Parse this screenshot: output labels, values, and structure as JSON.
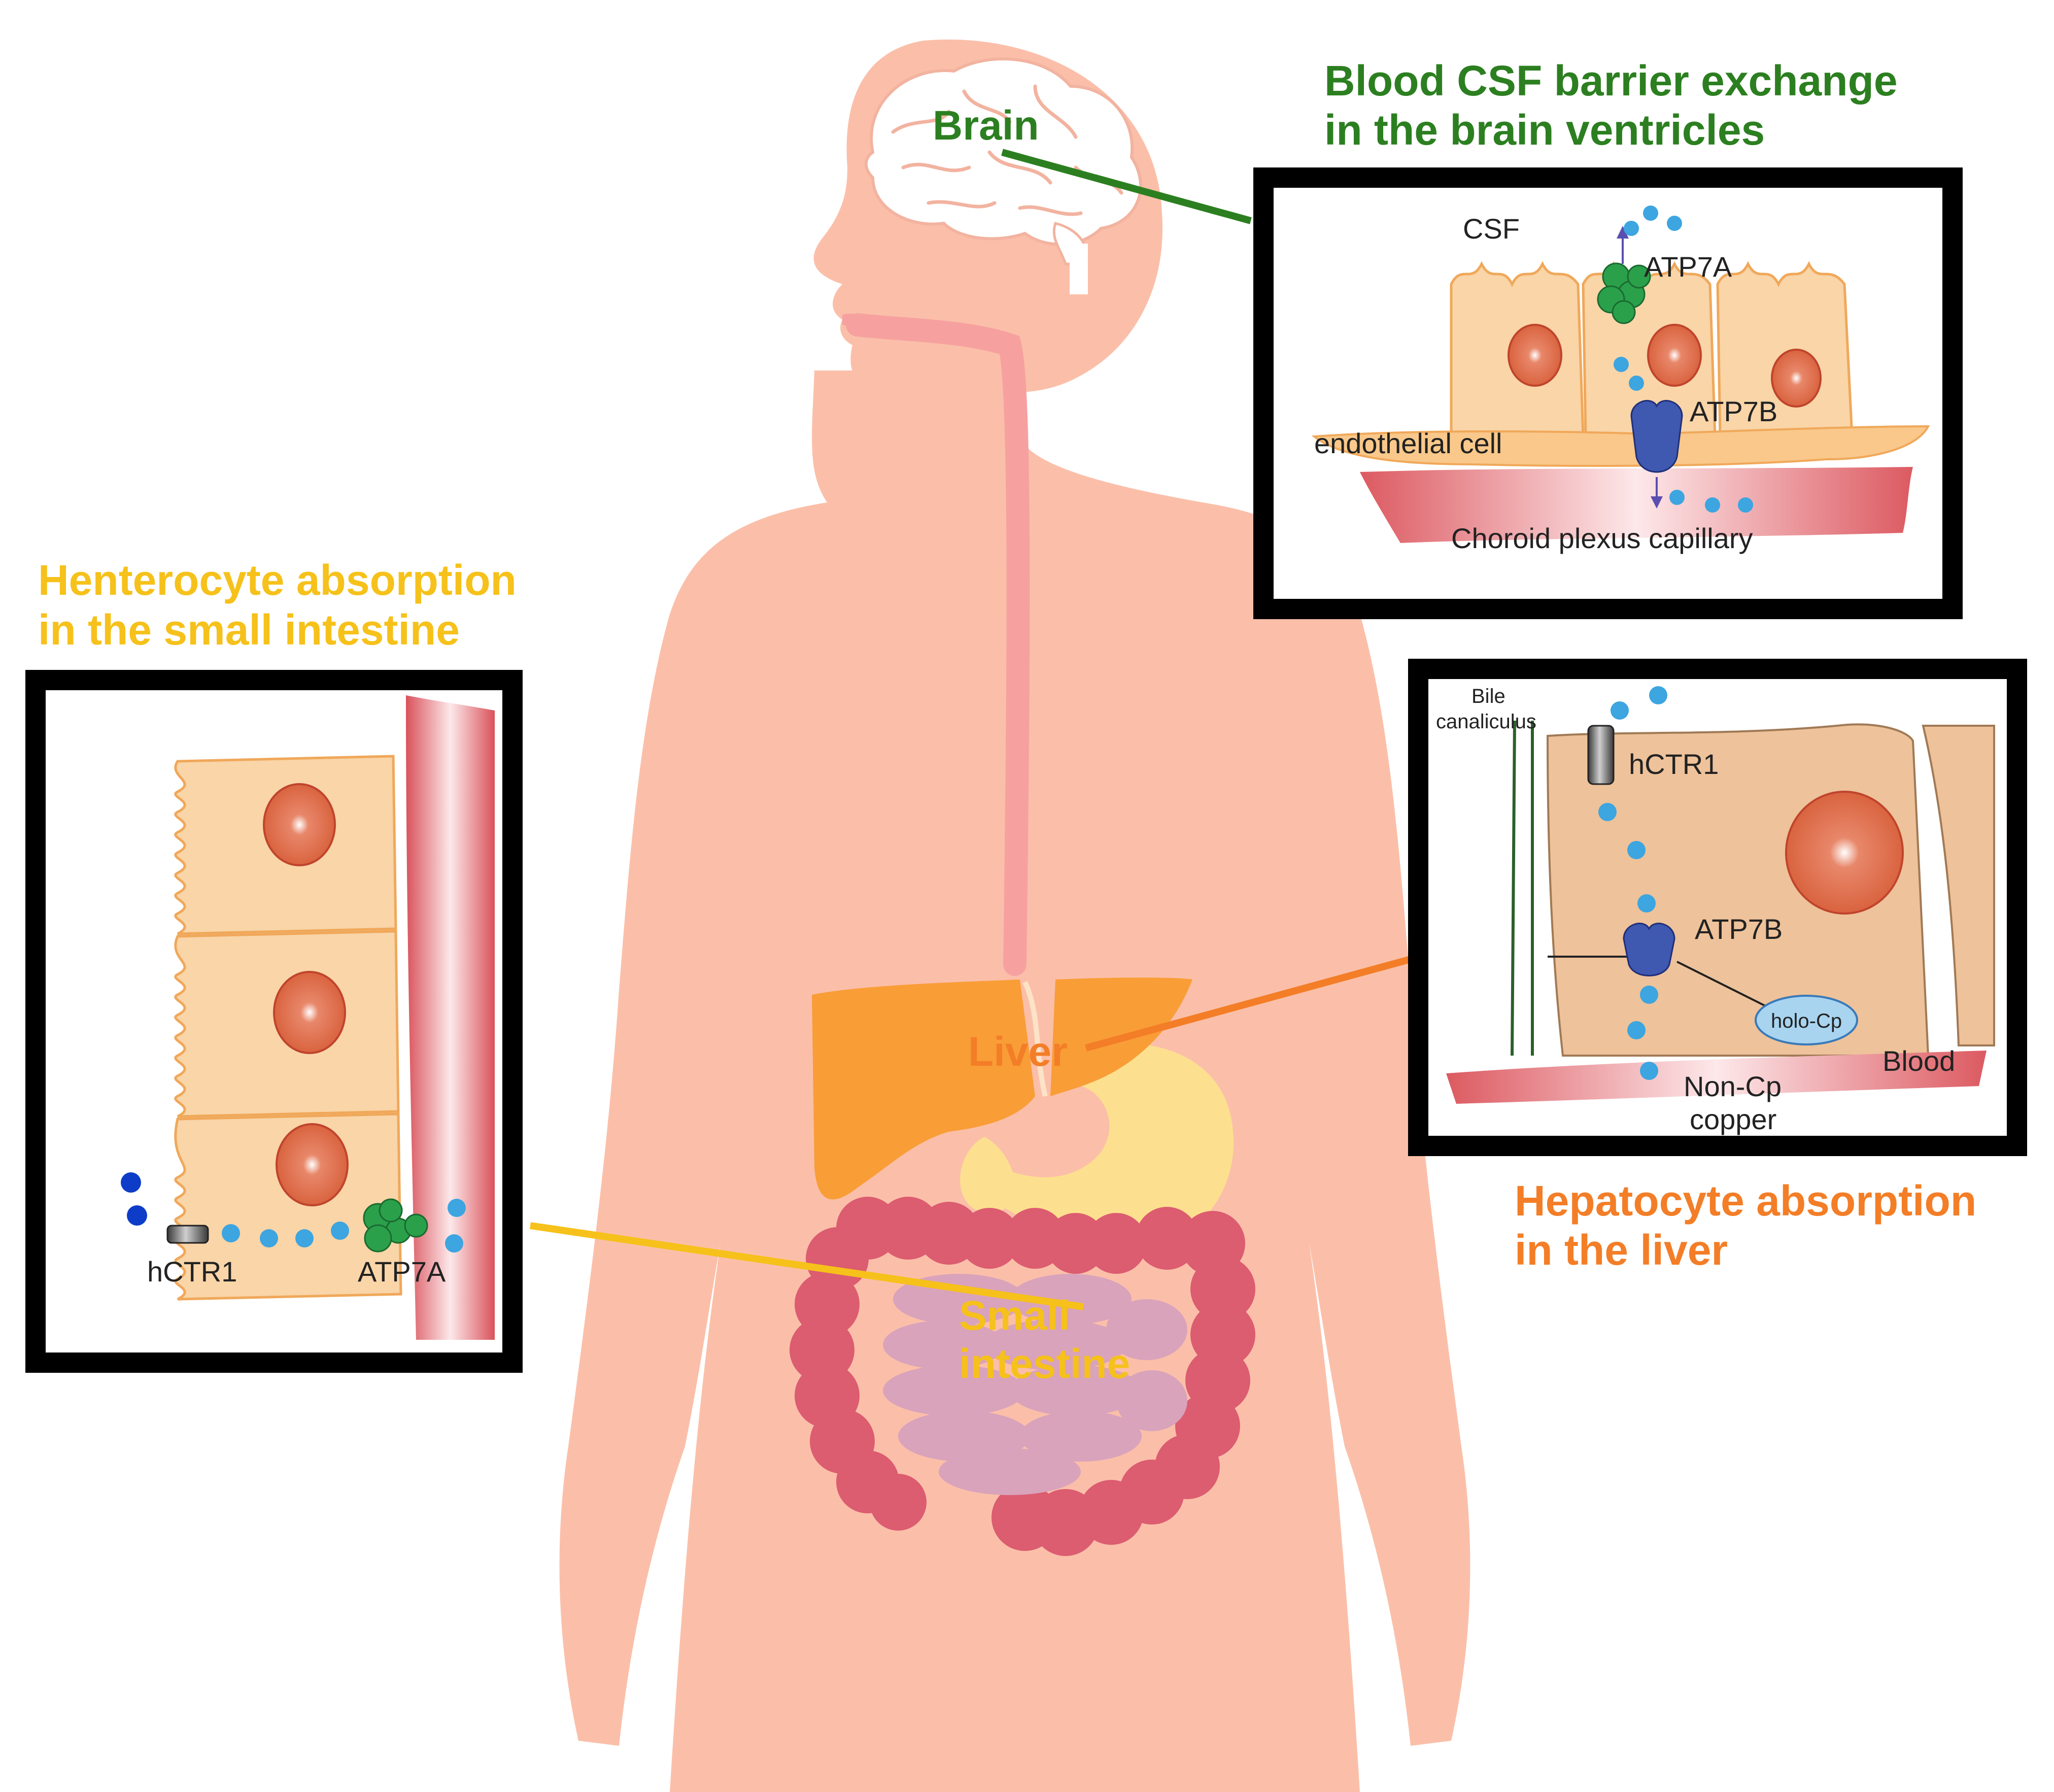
{
  "colors": {
    "skin": "#fbbfa9",
    "brain_green": "#2c7f20",
    "liver_orange": "#f37e27",
    "intestine_yellow": "#f6c11a",
    "frame": "#000000",
    "copper_dot": "#3da5e0",
    "copper_dot_dark": "#0d3cc9"
  },
  "icons": [
    "brain-icon",
    "liver-icon",
    "stomach-icon",
    "intestine-icon",
    "atp7a-transporter-icon",
    "atp7b-transporter-icon",
    "hctr1-transporter-icon",
    "nucleus-icon"
  ],
  "brain": {
    "title_line1": "Blood CSF barrier exchange",
    "title_line2": "in the brain ventricles",
    "organ_label": "Brain",
    "csf": "CSF",
    "atp7a": "ATP7A",
    "atp7b": "ATP7B",
    "endothelial": "endothelial cell",
    "capillary": "Choroid plexus capillary"
  },
  "intestine": {
    "title_line1": "Henterocyte absorption",
    "title_line2": "in the small intestine",
    "organ_label_line1": "Small",
    "organ_label_line2": "intestine",
    "hctr1": "hCTR1",
    "atp7a": "ATP7A"
  },
  "liver": {
    "title_line1": "Hepatocyte absorption",
    "title_line2": "in the liver",
    "organ_label": "Liver",
    "bile_line1": "Bile",
    "bile_line2": "canaliculus",
    "hctr1": "hCTR1",
    "atp7b": "ATP7B",
    "holo_cp": "holo-Cp",
    "blood": "Blood",
    "noncp_line1": "Non-Cp",
    "noncp_line2": "copper"
  }
}
